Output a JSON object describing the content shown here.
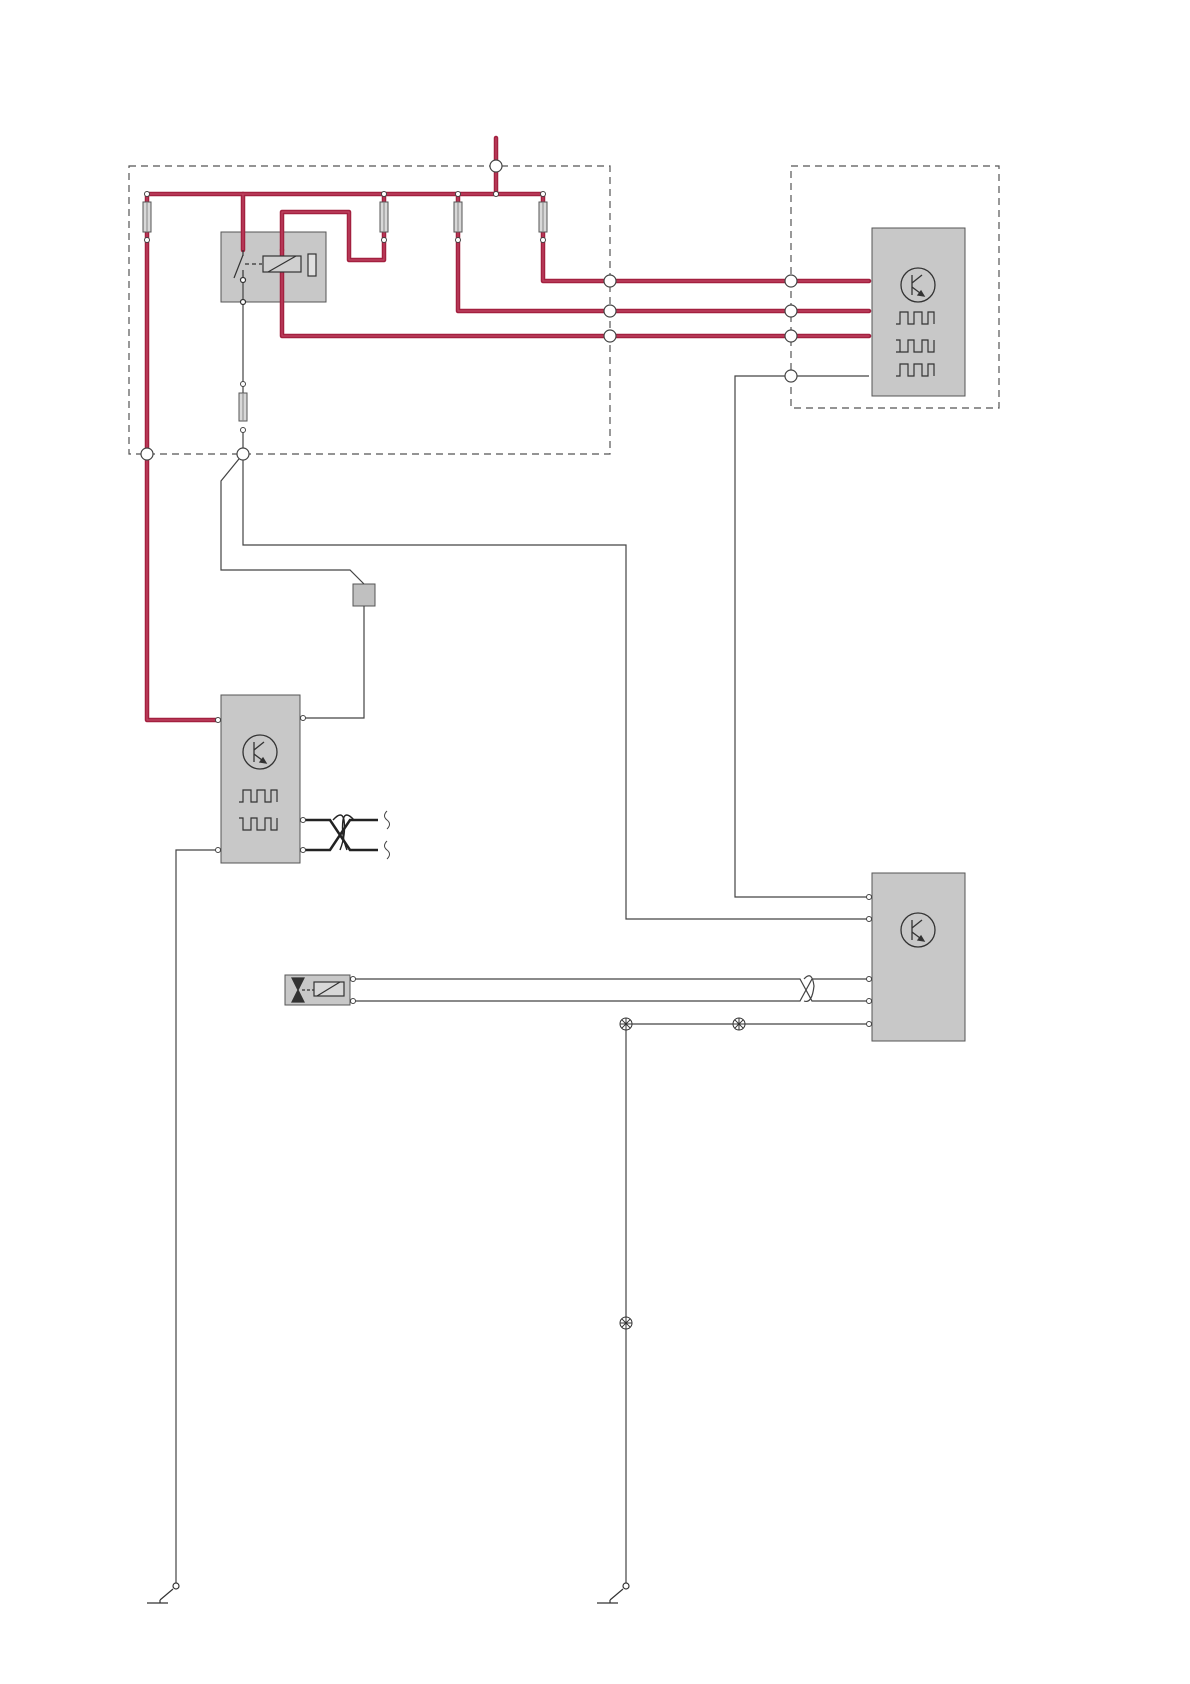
{
  "colors": {
    "power_wire": "#a3203f",
    "power_wire_core": "#c9506e",
    "signal_wire": "#444444",
    "module_fill": "#c8c8c8",
    "module_stroke": "#555555",
    "dashed_box": "#555555",
    "background": "#ffffff"
  },
  "components": [
    "central-electronic-module",
    "relay",
    "fuse-f1",
    "fuse-f2",
    "fuse-f3",
    "fuse-f4",
    "fuse-f5",
    "control-module-right",
    "control-module-left",
    "control-module-bottom-right",
    "small-connector-block",
    "solenoid-valve",
    "ground-point-left",
    "ground-point-middle"
  ],
  "icons": [
    "transistor-icon",
    "square-wave-icon",
    "twisted-pair-icon",
    "splice-icon",
    "ground-icon",
    "valve-icon",
    "relay-coil-icon",
    "fuse-icon"
  ]
}
